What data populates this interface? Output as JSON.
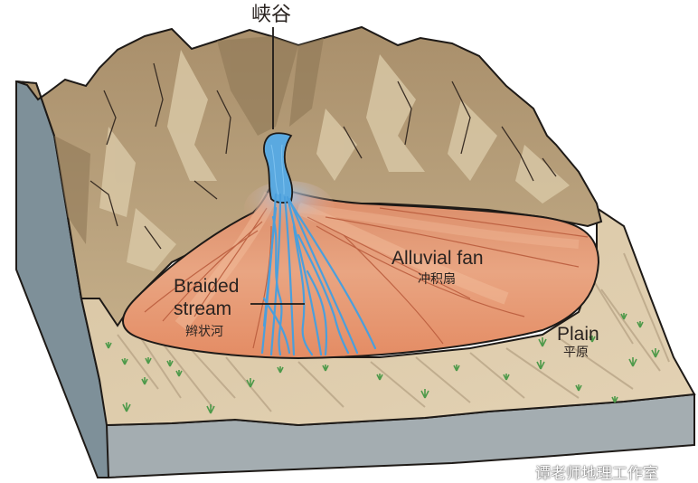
{
  "diagram": {
    "title": "Alluvial fan landform block diagram",
    "labels": {
      "canyon": {
        "zh": "峡谷"
      },
      "braided_stream": {
        "en_line1": "Braided",
        "en_line2": "stream",
        "zh": "辫状河"
      },
      "alluvial_fan": {
        "en": "Alluvial fan",
        "zh": "冲积扇"
      },
      "plain": {
        "en": "Plain",
        "zh": "平原"
      }
    },
    "watermark": {
      "text": "谭老师地理工作室",
      "icon": "wechat-icon"
    },
    "colors": {
      "mountain": "#b39a74",
      "mountain_light": "#d6c4a2",
      "mountain_dark": "#8f7856",
      "fan": "#e49a74",
      "fan_light": "#f0b593",
      "fan_line": "#b8593a",
      "water": "#5aa9e0",
      "water_dark": "#2d7fc0",
      "plain": "#dcc9a8",
      "plain_line": "#b9a587",
      "grass": "#4e9a4a",
      "block_side": "#8f9da3",
      "block_front": "#a4adb1",
      "outline": "#1e1a17"
    }
  }
}
